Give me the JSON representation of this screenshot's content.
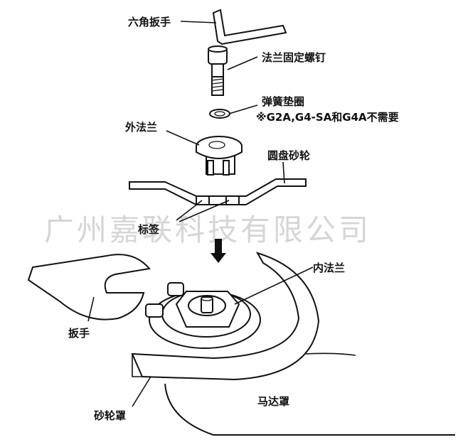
{
  "labels": {
    "hex_key": "六角扳手",
    "flange_bolt": "法兰固定螺钉",
    "spring_washer": "弹簧垫圈",
    "washer_note": "※G2A,G4-SA和G4A不需要",
    "outer_flange": "外法兰",
    "grinding_wheel": "圆盘砂轮",
    "tag": "标签",
    "inner_flange": "内法兰",
    "wrench": "扳手",
    "wheel_guard": "砂轮罩",
    "motor_housing": "马达罩"
  },
  "watermark": "广州嘉联科技有限公司",
  "colors": {
    "line": "#111111",
    "watermark": "#d6d6d6",
    "background": "#ffffff"
  }
}
